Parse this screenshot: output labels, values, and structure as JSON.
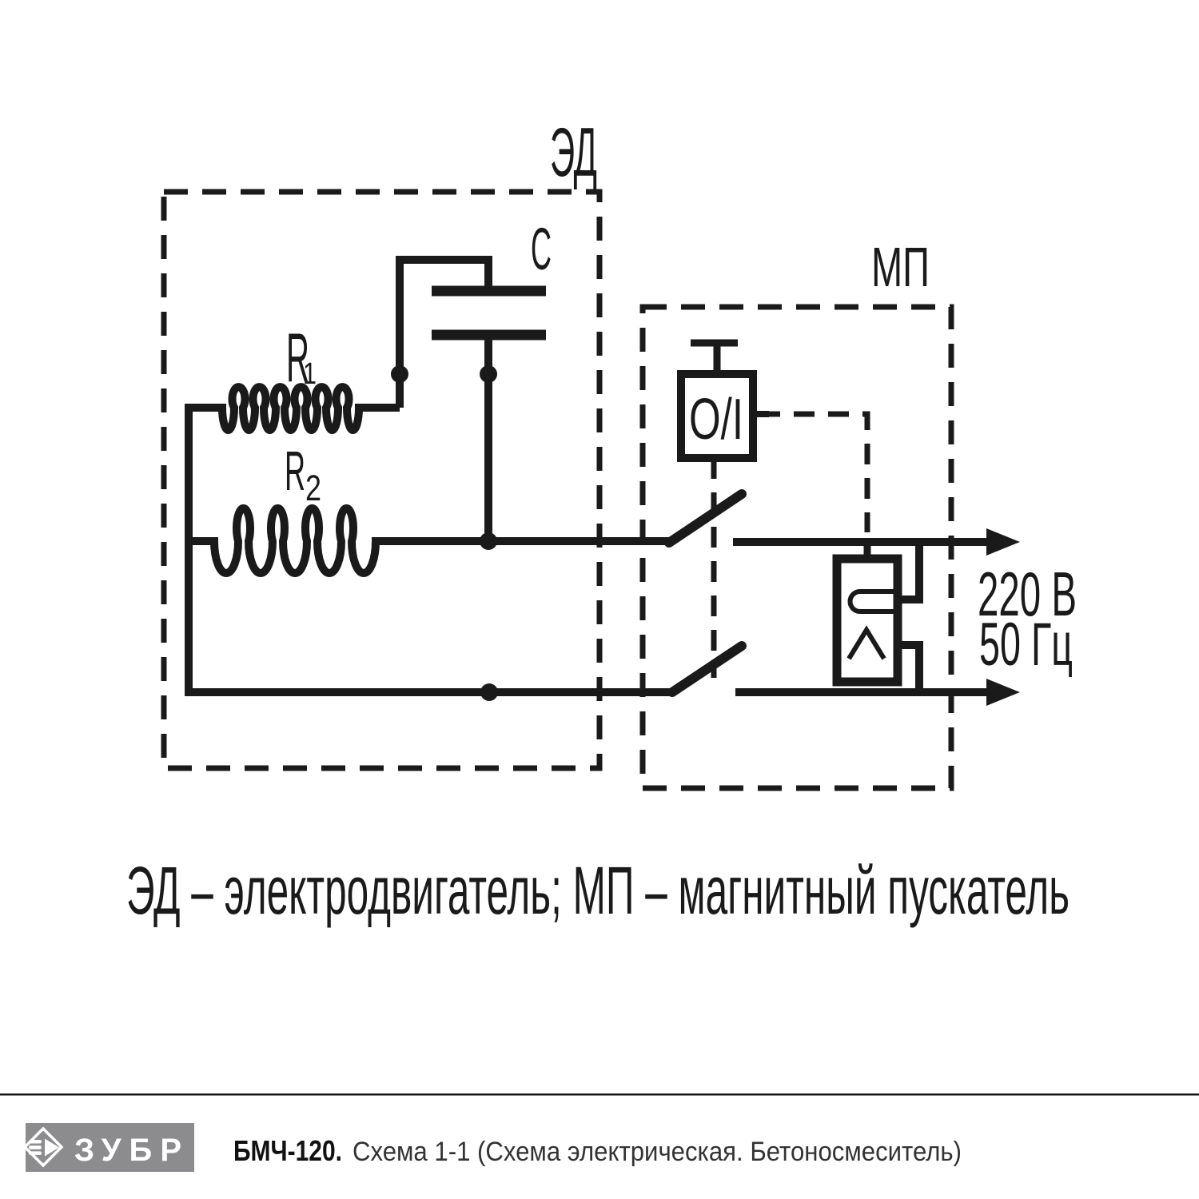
{
  "diagram": {
    "motor_box_label": "ЭД",
    "starter_box_label": "МП",
    "capacitor_label": "C",
    "winding1_label": "R",
    "winding1_sub": "1",
    "winding2_label": "R",
    "winding2_sub": "2",
    "switch_label": "O/I",
    "voltage_label": "220 В",
    "frequency_label": "50 Гц",
    "caption": "ЭД – электродвигатель; МП – магнитный пускатель"
  },
  "footer": {
    "brand": "ЗУБР",
    "model": "БМЧ-120.",
    "description": "Схема 1-1 (Схема электрическая. Бетоносмеситель)"
  },
  "colors": {
    "line": "#1a1a1a",
    "logo_background": "#8c8b8d",
    "footer_text": "#333333"
  }
}
